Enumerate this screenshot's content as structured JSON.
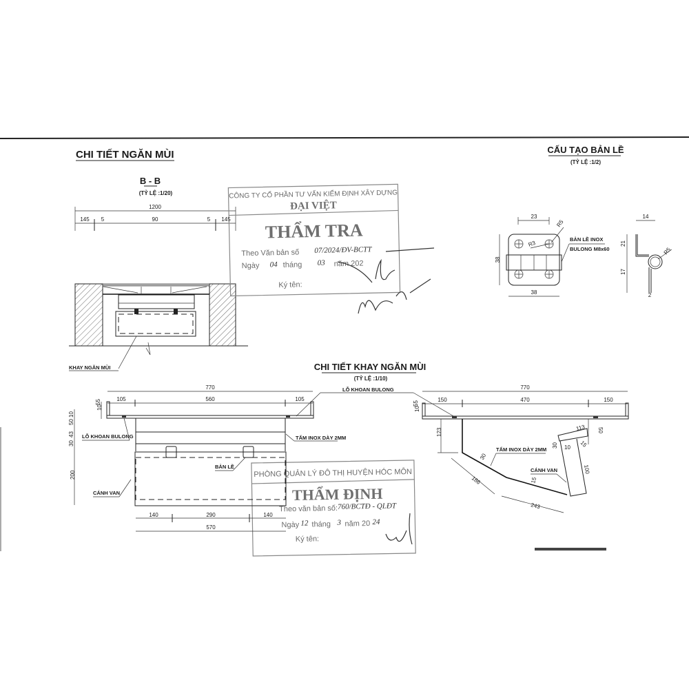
{
  "section": {
    "title": "CHI TIẾT NGĂN MÙI",
    "view_label": "B - B",
    "scale": "(TỶ LỆ :1/20)",
    "dims": {
      "total": "1200",
      "a": "145",
      "b": "5",
      "c": "90",
      "d": "5",
      "e": "145"
    },
    "label_tray": "KHAY NGĂN MÙI"
  },
  "hinge": {
    "title": "CẤU TẠO BẢN LỀ",
    "scale": "(TỶ LỆ :1/2)",
    "dims": {
      "hole_spacing": "23",
      "height": "38",
      "width": "38",
      "r_small": "R3",
      "r_big": "R5",
      "side_width": "14",
      "side_upper": "21",
      "side_lower": "17",
      "side_r": "R5",
      "thickness": "2"
    },
    "label_line1": "BẢN LỀ INOX",
    "label_line2": "BULONG M8x60"
  },
  "tray": {
    "title": "CHI TIẾT KHAY NGĂN MÙI",
    "scale": "(TỶ LỆ :1/10)",
    "label_bolt_hole_top": "LỖ KHOAN BULONG",
    "front": {
      "dims": {
        "total": "770",
        "left": "105",
        "mid": "560",
        "right": "105",
        "bottom_left": "140",
        "bottom_mid": "290",
        "bottom_right": "140",
        "bottom_total": "570",
        "v1": "10",
        "v2": "55",
        "v3": "10",
        "v4": "50",
        "v5": "43",
        "v6": "30",
        "v7": "200"
      },
      "label_bolt_hole": "LỖ KHOAN BULONG",
      "label_plate": "TẤM INOX DÀY 2MM",
      "label_hinge": "BẢN LỀ",
      "label_door": "CÁNH VAN"
    },
    "side": {
      "dims": {
        "total": "770",
        "left": "150",
        "mid": "470",
        "right": "150",
        "v1": "10",
        "v2": "55",
        "drop": "123",
        "len1": "186",
        "len2": "243",
        "ang1": "30",
        "ang2": "15",
        "top": "113",
        "r50": "50",
        "s30": "30",
        "s10": "10",
        "a15": "15",
        "door": "100"
      },
      "label_plate": "TẤM INOX DÀY 2MM",
      "label_door": "CÁNH VAN"
    }
  },
  "stamp_review": {
    "company": "CÔNG TY CỔ PHẦN TƯ VẤN KIỂM ĐỊNH XÂY DỰNG",
    "name": "ĐẠI VIỆT",
    "action": "THẨM TRA",
    "doc_label": "Theo Văn bản số",
    "doc_value": "07/2024/ĐV-BCTT",
    "date_label_day": "Ngày",
    "day": "04",
    "date_label_month": "tháng",
    "month": "03",
    "date_label_year": "năm 202",
    "sign_label": "Ký tên:"
  },
  "stamp_approval": {
    "office": "PHÒNG QUẢN LÝ ĐÔ THỊ HUYỆN HÓC MÔN",
    "action": "THẨM ĐỊNH",
    "doc_label": "Theo văn bản số:",
    "doc_value": "760/BCTĐ - QLĐT",
    "date_label_day": "Ngày",
    "day": "12",
    "date_label_month": "tháng",
    "month": "3",
    "date_label_year": "năm 20",
    "year_suffix": "24",
    "sign_label": "Ký tên:"
  }
}
